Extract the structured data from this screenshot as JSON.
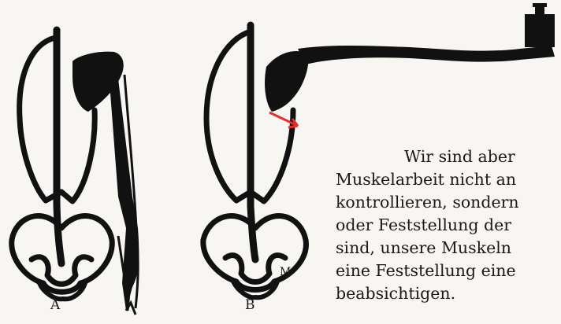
{
  "figure": {
    "label_a": "A",
    "label_b": "B",
    "signature": "M",
    "arrow_color": "#e0312b"
  },
  "text_lines": [
    "Wir sind aber",
    "Muskelarbeit nicht an",
    "kontrollieren, sondern",
    "oder Feststellung der",
    "sind, unsere Muskeln",
    "eine Feststellung eine",
    "beabsichtigen."
  ]
}
